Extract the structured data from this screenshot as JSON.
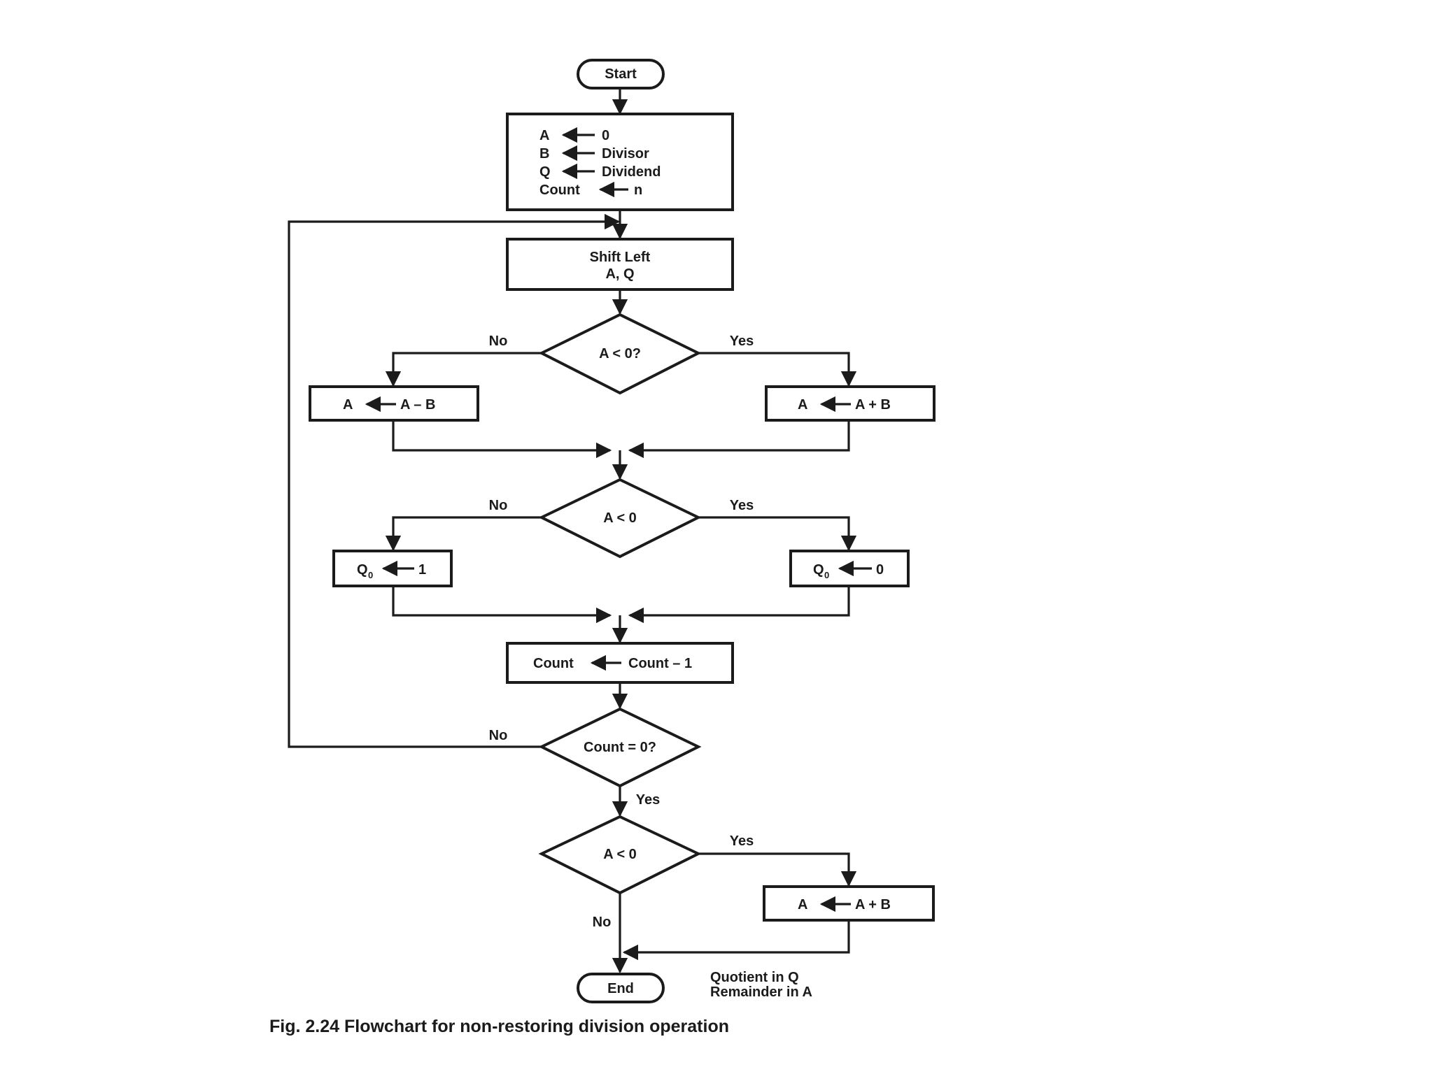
{
  "nodes": {
    "start": "Start",
    "init": {
      "a": "A",
      "a_val": "0",
      "b": "B",
      "b_val": "Divisor",
      "q": "Q",
      "q_val": "Dividend",
      "count": "Count",
      "count_val": "n"
    },
    "shift": {
      "line1": "Shift Left",
      "line2": "A, Q"
    },
    "decision1": "A < 0?",
    "sub_op": {
      "lhs": "A",
      "rhs": "A – B"
    },
    "add_op1": {
      "lhs": "A",
      "rhs": "A + B"
    },
    "decision2": "A < 0",
    "q0_set1": {
      "q": "Q",
      "sub": "0",
      "val": "1"
    },
    "q0_set0": {
      "q": "Q",
      "sub": "0",
      "val": "0"
    },
    "decrement": {
      "lhs": "Count",
      "rhs": "Count – 1"
    },
    "decision3": "Count = 0?",
    "decision4": "A < 0",
    "add_op2": {
      "lhs": "A",
      "rhs": "A + B"
    },
    "end": "End"
  },
  "edge_labels": {
    "d1_no": "No",
    "d1_yes": "Yes",
    "d2_no": "No",
    "d2_yes": "Yes",
    "d3_no": "No",
    "d3_yes": "Yes",
    "d4_yes": "Yes",
    "d4_no": "No"
  },
  "note": {
    "line1": "Quotient in Q",
    "line2": "Remainder in A"
  },
  "caption": "Fig. 2.24 Flowchart for non-restoring division operation"
}
